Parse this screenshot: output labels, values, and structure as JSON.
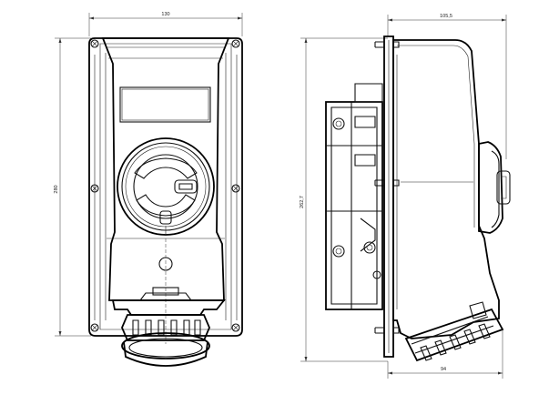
{
  "dimensions": {
    "front_width": "130",
    "front_height": "280",
    "side_depth": "105,5",
    "side_height": "262,7",
    "bottom_width": "94"
  }
}
